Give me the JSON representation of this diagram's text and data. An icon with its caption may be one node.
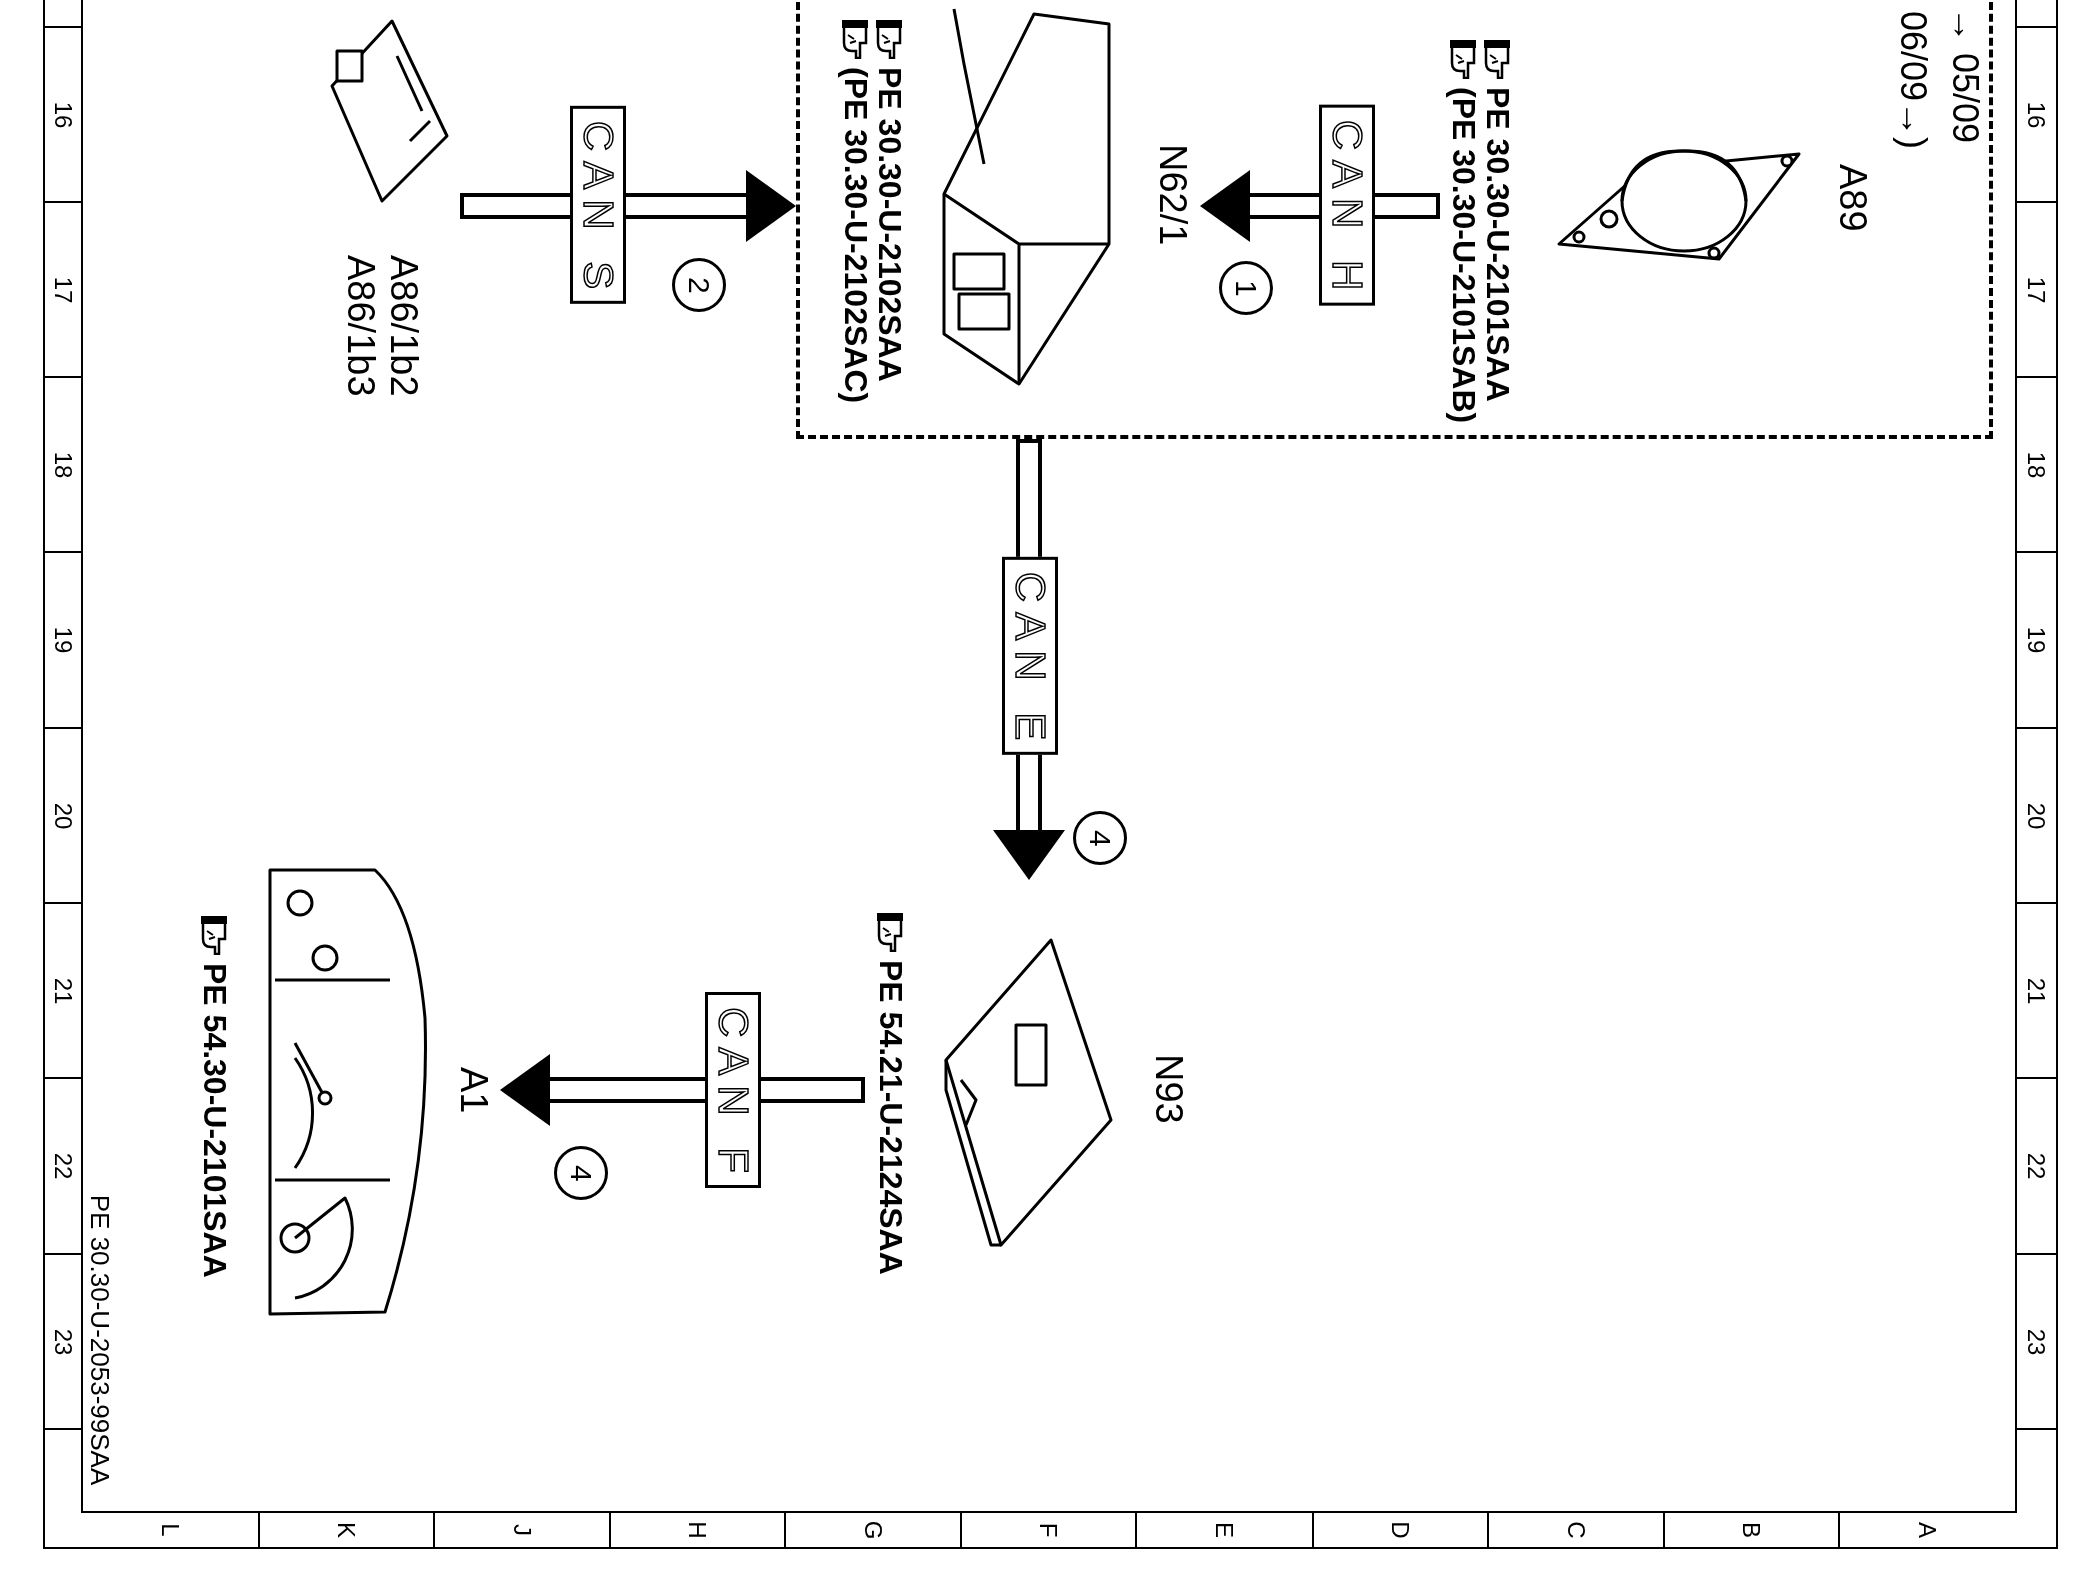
{
  "diagram": {
    "nodes": [
      {
        "text": [],
        "shape": "box"
      },
      {
        "text": [
          "A89",
          "PE 30.30-U-2101SAA",
          "(PE 30.30-U-2101SAB)"
        ],
        "in": 0
      },
      {
        "text": [
          "N62/1",
          "PE 30.30-U-2102SAA",
          "(PE 30.30-U-2102SAC)"
        ],
        "in": 0
      },
      {
        "text": [
          "A86/1b2",
          "A86/1b3"
        ]
      },
      {
        "text": [
          "N93",
          "PE 54.21-U-2124SAA"
        ]
      },
      {
        "text": [
          "A1",
          "PE 54.30-U-2101SAA"
        ]
      }
    ],
    "edges": [
      {
        "from": 1,
        "to": 2,
        "arrow": "to",
        "label": "CAN H"
      },
      {
        "from": 3,
        "to": 0,
        "arrow": "to",
        "label": "CAN S"
      },
      {
        "from": 0,
        "to": 4,
        "arrow": "to",
        "label": "CAN E"
      },
      {
        "from": 4,
        "to": 5,
        "arrow": "to",
        "label": "CAN F"
      }
    ],
    "labels": [
      "16",
      "06/09→)",
      "→ 05/09",
      "16",
      "17",
      "2",
      "1",
      "17",
      "18",
      "18",
      "19",
      "19",
      "20",
      "4",
      "20",
      "21",
      "21",
      "22",
      "4",
      "22",
      "23",
      "PE 30.30-U-2053-99SAA",
      "23",
      "L",
      "K",
      "J",
      "H",
      "G",
      "F",
      "E",
      "D",
      "C",
      "B",
      "A"
    ]
  }
}
